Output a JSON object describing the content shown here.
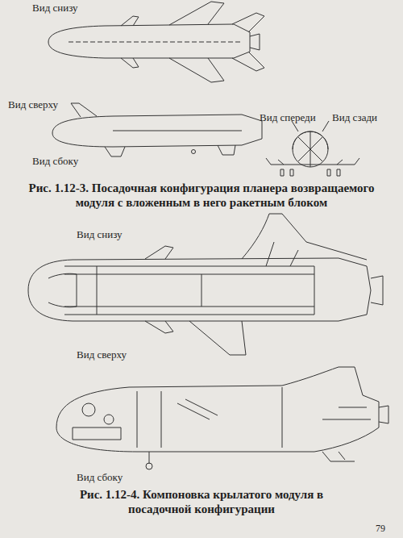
{
  "diagram": {
    "labels": [
      "Вид снизу",
      "Вид сверху",
      "Вид спереди",
      "Вид сзади",
      "Вид сбоку",
      "Рис. 1.12-3. Посадочная конфигурация планера возвращаемого модуля с вложенным в него ракетным блоком",
      "Вид снизу",
      "Вид сверху",
      "Вид сбоку",
      "Рис. 1.12-4. Компоновка крылатого модуля в посадочной конфигурации",
      "79"
    ]
  }
}
